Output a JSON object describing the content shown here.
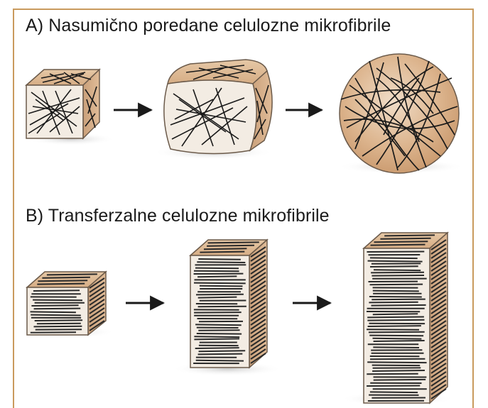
{
  "sections": [
    {
      "id": "A",
      "title": "A) Nasumično poredane celulozne mikrofibrile",
      "stages": [
        "cube",
        "swollen-cube",
        "sphere"
      ],
      "fibril_arrangement": "random"
    },
    {
      "id": "B",
      "title": "B) Transferzalne celulozne mikrofibrile",
      "stages": [
        "short-block",
        "medium-block",
        "tall-block"
      ],
      "fibril_arrangement": "transverse"
    }
  ],
  "colors": {
    "frame_border": "#c99a5d",
    "cell_fill": "#d8ad84",
    "cell_front": "#f4ede4",
    "fibril": "#1a1a1a",
    "arrow": "#1a1a1a"
  }
}
